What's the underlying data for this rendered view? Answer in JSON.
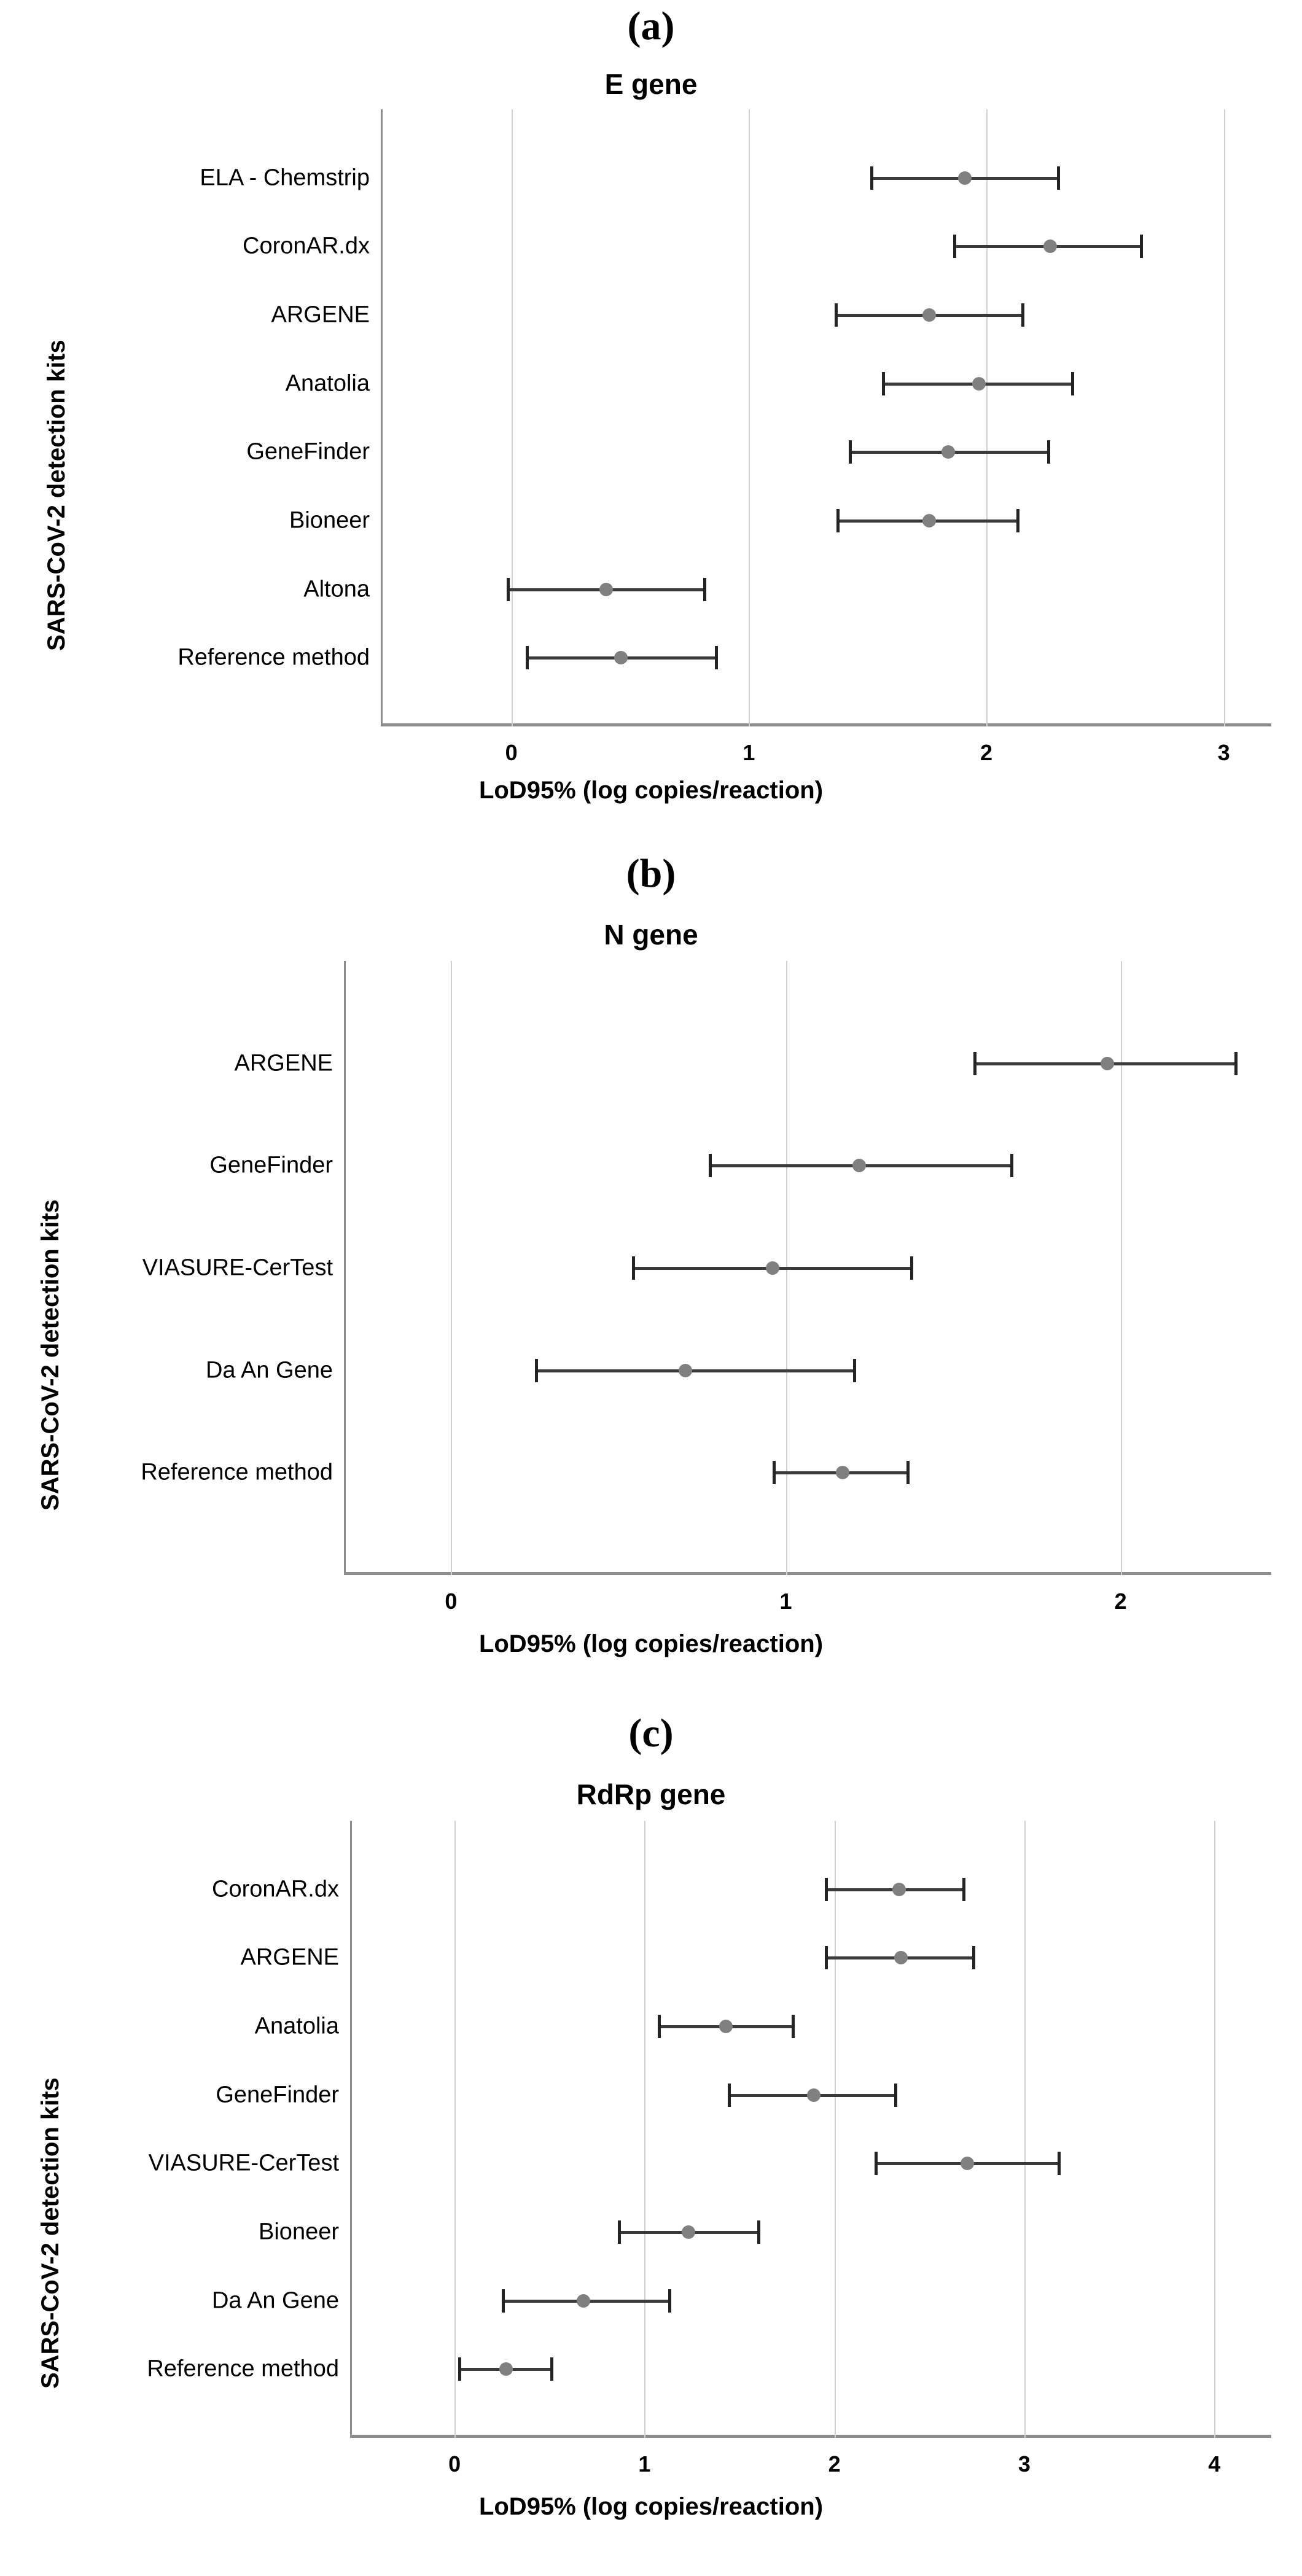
{
  "figure": {
    "background": "#ffffff",
    "marker_color": "#808080",
    "errorbar_color": "#3a3a3a",
    "gridline_color": "#d0d0d0",
    "axis_color": "#8c8c8c"
  },
  "panels": [
    {
      "letter": "(a)",
      "title": "E gene",
      "xlabel": "LoD95% (log copies/reaction)",
      "ylabel": "SARS-CoV-2 detection kits",
      "xticks": [
        "0",
        "1",
        "2",
        "3"
      ]
    },
    {
      "letter": "(b)",
      "title": "N gene",
      "xlabel": "LoD95% (log copies/reaction)",
      "ylabel": "SARS-CoV-2 detection kits",
      "xticks": [
        "0",
        "1",
        "2"
      ]
    },
    {
      "letter": "(c)",
      "title": "RdRp gene",
      "xlabel": "LoD95% (log copies/reaction)",
      "ylabel": "SARS-CoV-2 detection kits",
      "xticks": [
        "0",
        "1",
        "2",
        "3",
        "4"
      ]
    }
  ],
  "chart_data": [
    {
      "type": "scatter",
      "title": "E gene",
      "panel": "(a)",
      "xlabel": "LoD95% (log copies/reaction)",
      "ylabel": "SARS-CoV-2 detection kits",
      "xlim": [
        -0.55,
        3.2
      ],
      "xticks": [
        0,
        1,
        2,
        3
      ],
      "grid": true,
      "legend": "none",
      "categories": [
        "ELA - Chemstrip",
        "CoronAR.dx",
        "ARGENE",
        "Anatolia",
        "GeneFinder",
        "Bioneer",
        "Altona",
        "Reference method"
      ],
      "values": [
        1.91,
        2.27,
        1.76,
        1.97,
        1.84,
        1.76,
        0.4,
        0.46
      ],
      "ci_low": [
        1.51,
        1.86,
        1.36,
        1.56,
        1.42,
        1.37,
        -0.02,
        0.06
      ],
      "ci_high": [
        2.31,
        2.66,
        2.16,
        2.37,
        2.27,
        2.14,
        0.82,
        0.87
      ]
    },
    {
      "type": "scatter",
      "title": "N gene",
      "panel": "(b)",
      "xlabel": "LoD95% (log copies/reaction)",
      "ylabel": "SARS-CoV-2 detection kits",
      "xlim": [
        -0.32,
        2.45
      ],
      "xticks": [
        0,
        1,
        2
      ],
      "grid": true,
      "legend": "none",
      "categories": [
        "ARGENE",
        "GeneFinder",
        "VIASURE-CerTest",
        "Da An Gene",
        "Reference method"
      ],
      "values": [
        1.96,
        1.22,
        0.96,
        0.7,
        1.17
      ],
      "ci_low": [
        1.56,
        0.77,
        0.54,
        0.25,
        0.96
      ],
      "ci_high": [
        2.35,
        1.68,
        1.38,
        1.21,
        1.37
      ]
    },
    {
      "type": "scatter",
      "title": "RdRp gene",
      "panel": "(c)",
      "xlabel": "LoD95% (log copies/reaction)",
      "ylabel": "SARS-CoV-2 detection kits",
      "xlim": [
        -0.55,
        4.3
      ],
      "xticks": [
        0,
        1,
        2,
        3,
        4
      ],
      "grid": true,
      "legend": "none",
      "categories": [
        "CoronAR.dx",
        "ARGENE",
        "Anatolia",
        "GeneFinder",
        "VIASURE-CerTest",
        "Bioneer",
        "Da An Gene",
        "Reference method"
      ],
      "values": [
        2.34,
        2.35,
        1.43,
        1.89,
        2.7,
        1.23,
        0.68,
        0.27
      ],
      "ci_low": [
        1.95,
        1.95,
        1.07,
        1.44,
        2.21,
        0.86,
        0.25,
        0.02
      ],
      "ci_high": [
        2.69,
        2.74,
        1.79,
        2.33,
        3.19,
        1.61,
        1.14,
        0.52
      ]
    }
  ]
}
